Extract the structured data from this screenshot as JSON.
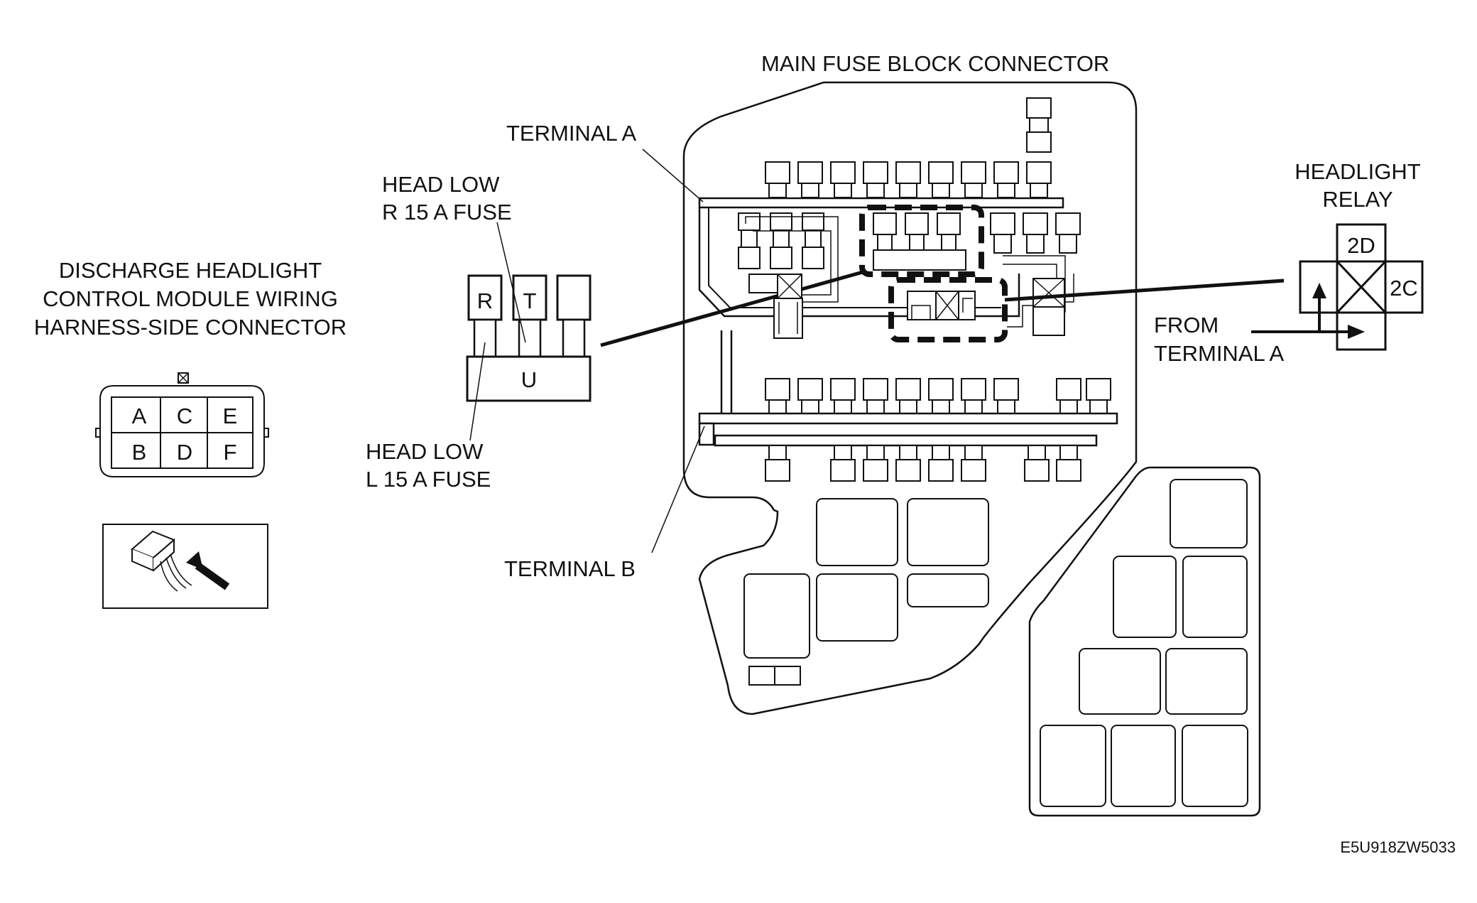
{
  "labels": {
    "main_fuse_block": "MAIN FUSE BLOCK CONNECTOR",
    "terminal_a": "TERMINAL A",
    "terminal_b": "TERMINAL B",
    "head_low_r_1": "HEAD LOW",
    "head_low_r_2": "R 15 A FUSE",
    "head_low_l_1": "HEAD LOW",
    "head_low_l_2": "L 15 A FUSE",
    "module_1": "DISCHARGE HEADLIGHT",
    "module_2": "CONTROL MODULE WIRING",
    "module_3": "HARNESS-SIDE CONNECTOR",
    "relay_1": "HEADLIGHT",
    "relay_2": "RELAY",
    "from_1": "FROM",
    "from_2": "TERMINAL A",
    "figure_code": "E5U918ZW5033"
  },
  "connector_pins": {
    "top": [
      "A",
      "C",
      "E"
    ],
    "bottom": [
      "B",
      "D",
      "F"
    ]
  },
  "fuse_pins": {
    "r": "R",
    "t": "T",
    "u": "U"
  },
  "relay_pins": {
    "top": "2D",
    "right": "2C"
  },
  "icons": [
    "connector-view-icon",
    "arrow-icon",
    "lock-icon"
  ]
}
